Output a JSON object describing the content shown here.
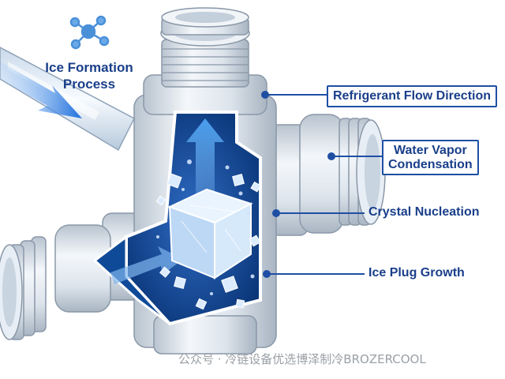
{
  "title": {
    "line1": "Ice Formation",
    "line2": "Process"
  },
  "callouts": {
    "flow": "Refrigerant Flow Direction",
    "vapor_line1": "Water Vapor",
    "vapor_line2": "Condensation",
    "crystal": "Crystal Nucleation",
    "plug": "Ice Plug Growth"
  },
  "watermark": "公众号 · 冷链设备优选博泽制冷BROZERCOOL",
  "colors": {
    "accent": "#1e4fa3",
    "label_text": "#1a3f8a",
    "metal": "#e8edf3",
    "interior": "#0d3f8a",
    "arrow": "#2f7fe0"
  },
  "icons": [
    "molecule-icon",
    "flow-arrow-icon",
    "ice-cube-icon"
  ]
}
